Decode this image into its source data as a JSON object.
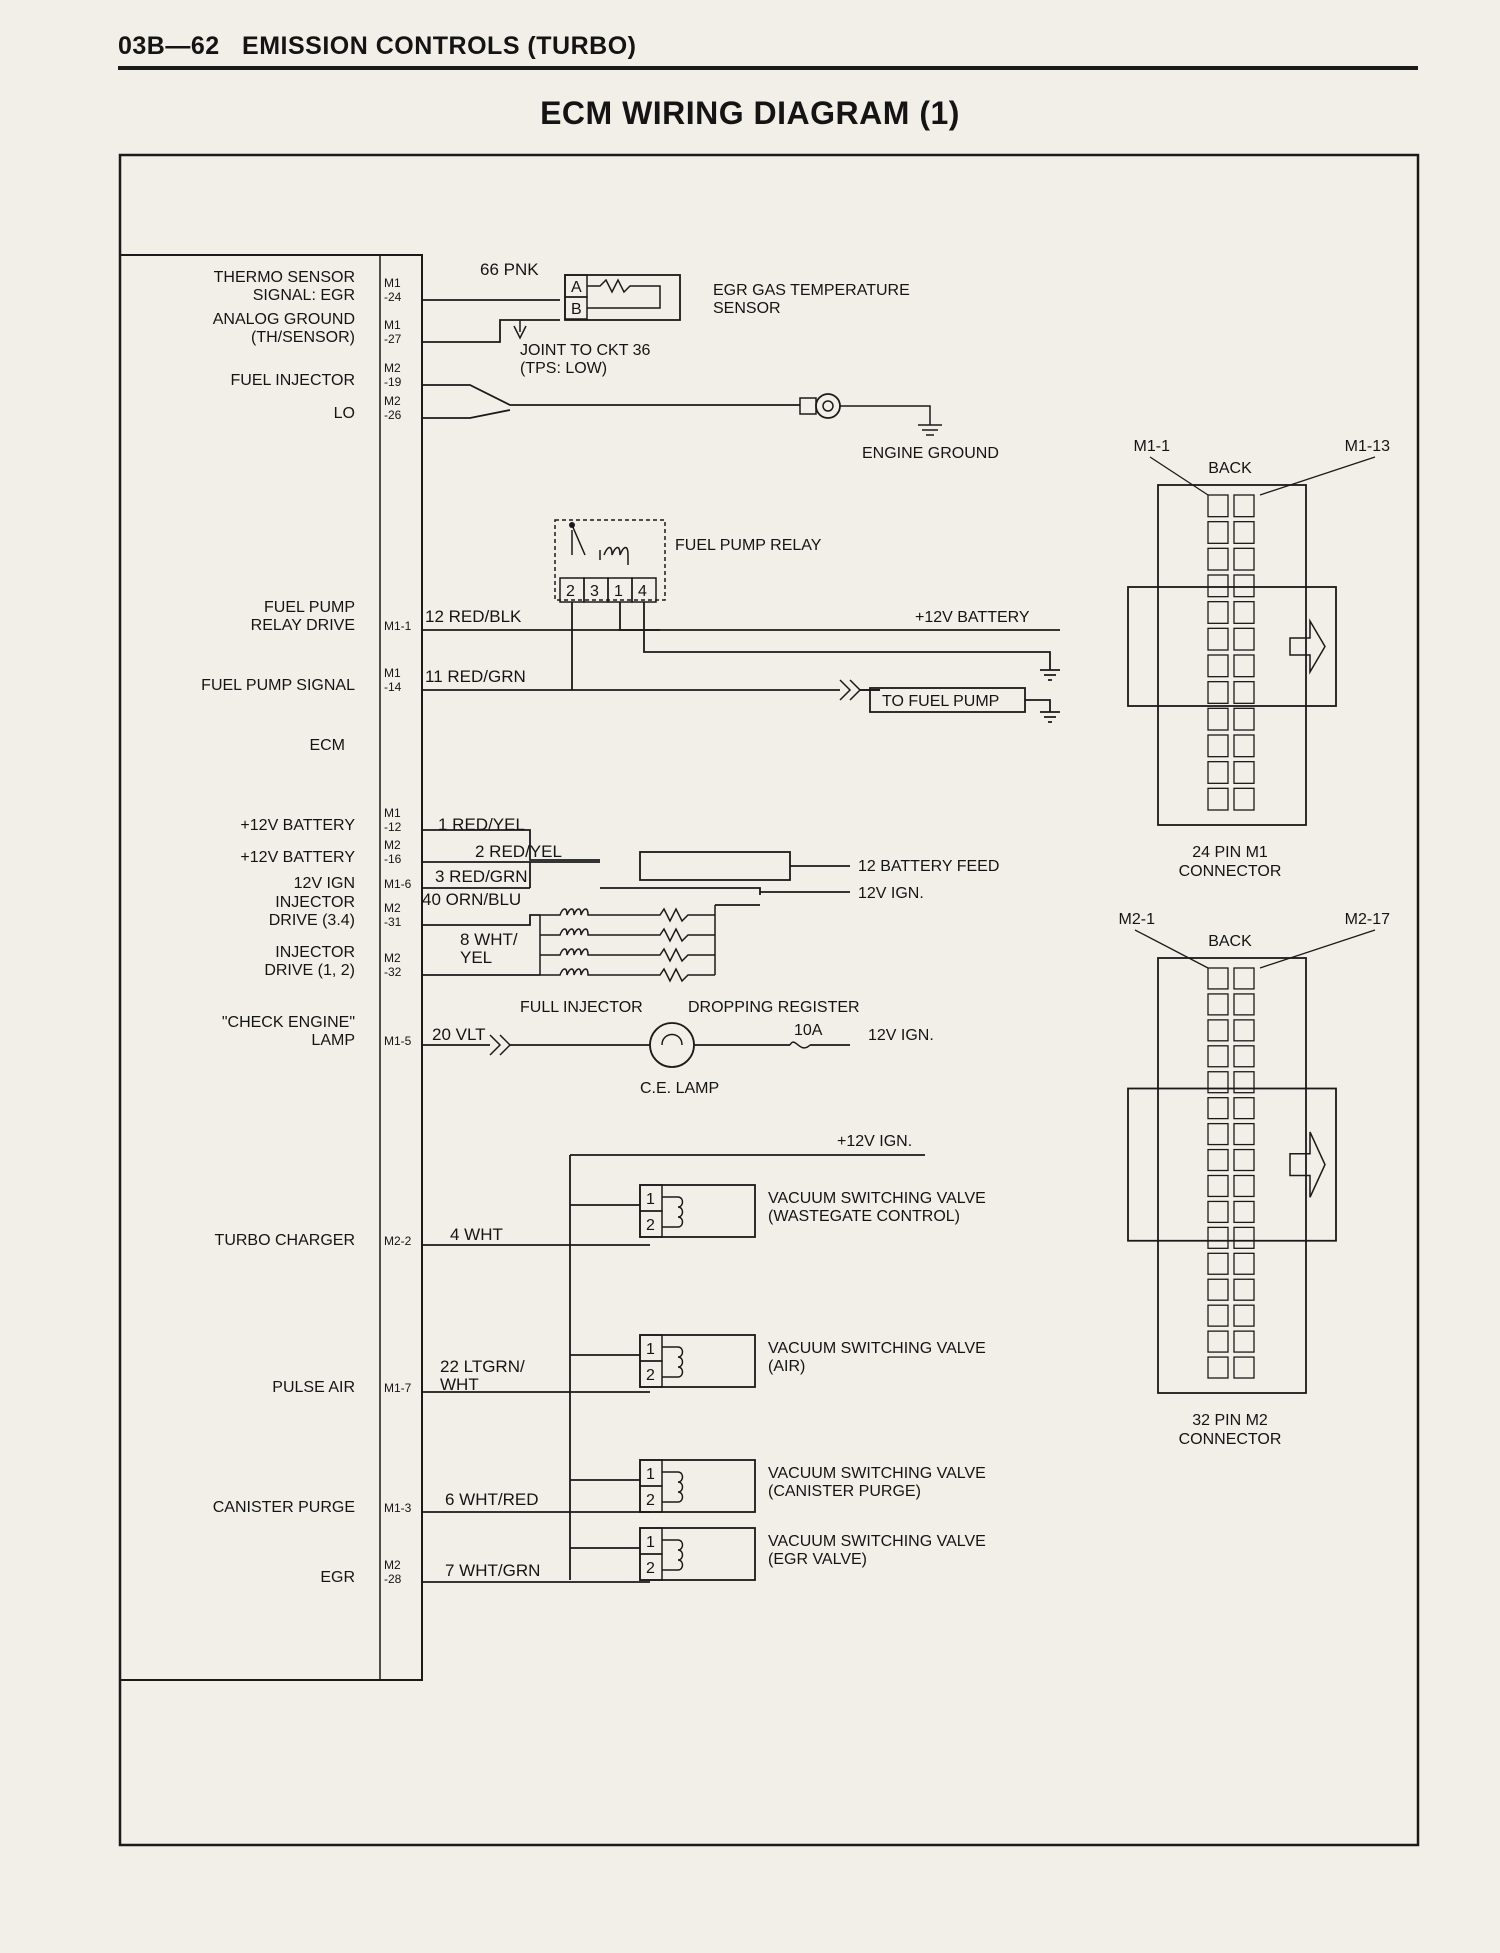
{
  "header": {
    "page_id": "03B—62",
    "section_title": "EMISSION CONTROLS (TURBO)"
  },
  "title": "ECM WIRING DIAGRAM (1)",
  "ecm_label": "ECM",
  "ecm_functions": [
    {
      "key": "thermo",
      "label_lines": [
        "THERMO SENSOR",
        "SIGNAL: EGR"
      ],
      "pin_lines": [
        "M1",
        "-24"
      ]
    },
    {
      "key": "aground",
      "label_lines": [
        "ANALOG GROUND",
        "(TH/SENSOR)"
      ],
      "pin_lines": [
        "M1",
        "-27"
      ]
    },
    {
      "key": "fuelinj",
      "label_lines": [
        "FUEL INJECTOR"
      ],
      "pin_lines": [
        "M2",
        "-19"
      ]
    },
    {
      "key": "lo",
      "label_lines": [
        "LO"
      ],
      "pin_lines": [
        "M2",
        "-26"
      ]
    },
    {
      "key": "fprd",
      "label_lines": [
        "FUEL PUMP",
        "RELAY DRIVE"
      ],
      "pin_lines": [
        "M1-1"
      ]
    },
    {
      "key": "fpsig",
      "label_lines": [
        "FUEL PUMP SIGNAL"
      ],
      "pin_lines": [
        "M1",
        "-14"
      ]
    },
    {
      "key": "bat1",
      "label_lines": [
        "+12V BATTERY"
      ],
      "pin_lines": [
        "M1",
        "-12"
      ]
    },
    {
      "key": "bat2",
      "label_lines": [
        "+12V BATTERY"
      ],
      "pin_lines": [
        "M2",
        "-16"
      ]
    },
    {
      "key": "ign",
      "label_lines": [
        "12V IGN"
      ],
      "pin_lines": [
        "M1-6"
      ]
    },
    {
      "key": "inj34",
      "label_lines": [
        "INJECTOR",
        "DRIVE (3.4)"
      ],
      "pin_lines": [
        "M2",
        "-31"
      ]
    },
    {
      "key": "inj12",
      "label_lines": [
        "INJECTOR",
        "DRIVE (1, 2)"
      ],
      "pin_lines": [
        "M2",
        "-32"
      ]
    },
    {
      "key": "cel",
      "label_lines": [
        "\"CHECK ENGINE\"",
        "LAMP"
      ],
      "pin_lines": [
        "M1-5"
      ]
    },
    {
      "key": "turbo",
      "label_lines": [
        "TURBO CHARGER"
      ],
      "pin_lines": [
        "M2-2"
      ]
    },
    {
      "key": "pulse",
      "label_lines": [
        "PULSE AIR"
      ],
      "pin_lines": [
        "M1-7"
      ]
    },
    {
      "key": "canister",
      "label_lines": [
        "CANISTER PURGE"
      ],
      "pin_lines": [
        "M1-3"
      ]
    },
    {
      "key": "egr",
      "label_lines": [
        "EGR"
      ],
      "pin_lines": [
        "M2",
        "-28"
      ]
    }
  ],
  "wires": [
    {
      "key": "w66",
      "label": "66 PNK"
    },
    {
      "key": "w12",
      "label": "12 RED/BLK"
    },
    {
      "key": "w11",
      "label": "11 RED/GRN"
    },
    {
      "key": "w1",
      "label": "1 RED/YEL"
    },
    {
      "key": "w2",
      "label": "2 RED/YEL"
    },
    {
      "key": "w3",
      "label": "3 RED/GRN"
    },
    {
      "key": "w40",
      "label": "40 ORN/BLU"
    },
    {
      "key": "w8",
      "label": "8 WHT/ YEL"
    },
    {
      "key": "w20",
      "label": "20 VLT"
    },
    {
      "key": "w4",
      "label": "4 WHT"
    },
    {
      "key": "w22",
      "label": "22 LTGRN/ WHT"
    },
    {
      "key": "w6",
      "label": "6 WHT/RED"
    },
    {
      "key": "w7",
      "label": "7 WHT/GRN"
    }
  ],
  "components": {
    "egr_sensor": "EGR GAS TEMPERATURE SENSOR",
    "sensor_pin_a": "A",
    "sensor_pin_b": "B",
    "joint": "JOINT TO CKT 36 (TPS: LOW)",
    "engine_ground": "ENGINE GROUND",
    "fuel_pump_relay": "FUEL PUMP RELAY",
    "relay_pins": [
      "2",
      "3",
      "1",
      "4"
    ],
    "battery_12v": "+12V BATTERY",
    "to_fuel_pump": "TO FUEL PUMP",
    "battery_feed": "12 BATTERY FEED",
    "ign_12v": "12V IGN.",
    "full_injector": "FULL INJECTOR",
    "dropping_register": "DROPPING REGISTER",
    "fuse": "10A",
    "fuse_ign": "12V IGN.",
    "ce_lamp": "C.E. LAMP",
    "ign_bus": "+12V IGN.",
    "vsv_pins": [
      "1",
      "2"
    ],
    "vsv_wastegate": "VACUUM SWITCHING VALVE (WASTEGATE CONTROL)",
    "vsv_air": "VACUUM SWITCHING VALVE (AIR)",
    "vsv_canister": "VACUUM SWITCHING VALVE (CANISTER PURGE)",
    "vsv_egr": "VACUUM SWITCHING VALVE (EGR VALVE)"
  },
  "connectors": [
    {
      "key": "m1",
      "left_label": "M1-1",
      "right_label": "M1-13",
      "back_label": "BACK",
      "name": "24 PIN M1 CONNECTOR"
    },
    {
      "key": "m2",
      "left_label": "M2-1",
      "right_label": "M2-17",
      "back_label": "BACK",
      "name": "32 PIN M2 CONNECTOR"
    }
  ]
}
